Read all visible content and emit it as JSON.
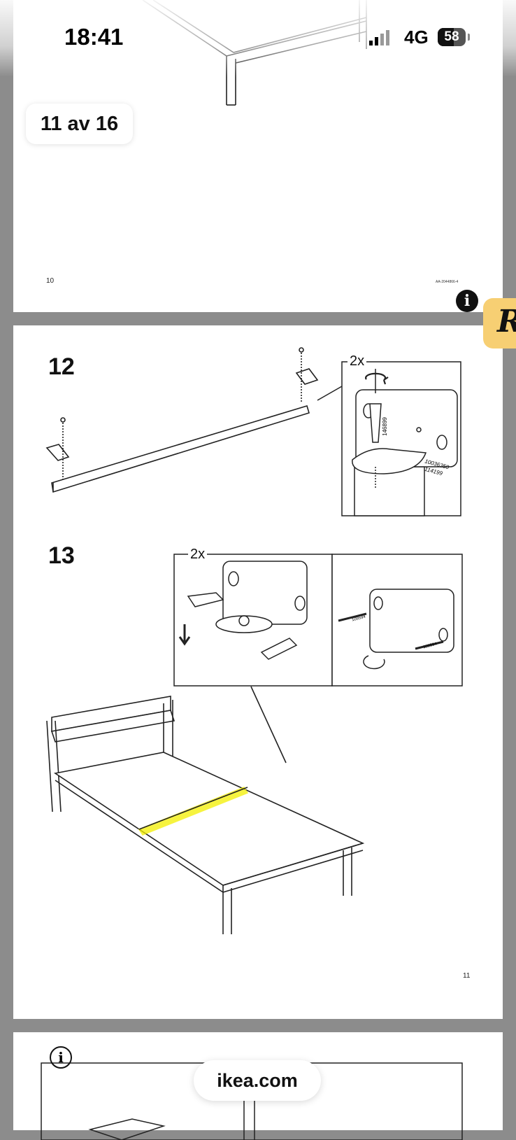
{
  "status_bar": {
    "time": "18:41",
    "network": "4G",
    "battery": "58"
  },
  "viewer": {
    "page_indicator": "11 av 16"
  },
  "top_page": {
    "page_number": "10",
    "doc_code": "AA-2044866-4"
  },
  "step12": {
    "number": "12",
    "quantity": "2x",
    "part_screw": "146899",
    "part_bracket_a": "10036350",
    "part_bracket_b": "114199"
  },
  "step13": {
    "number": "13",
    "quantity": "2x",
    "part_screw_a": "109594",
    "part_screw_b": "109594",
    "page_number": "11"
  },
  "bottom_page": {
    "info_symbol": "i"
  },
  "reader": {
    "info_symbol": "i",
    "logo_letter": "R"
  },
  "browser": {
    "url": "ikea.com"
  },
  "colors": {
    "highlight": "#f4f000",
    "reader_bg": "#f7cf73"
  }
}
